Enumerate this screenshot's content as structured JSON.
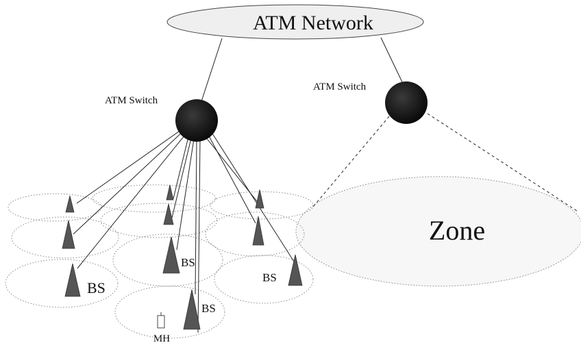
{
  "network": {
    "label": "ATM Network"
  },
  "switches": [
    {
      "label": "ATM Switch"
    },
    {
      "label": "ATM Switch"
    }
  ],
  "zone": {
    "label": "Zone"
  },
  "base_station_label": "BS",
  "mobile_host": {
    "label": "MH"
  },
  "colors": {
    "switch_fill": "#111111",
    "tower_fill": "#555555",
    "cloud_fill": "#efefef"
  }
}
